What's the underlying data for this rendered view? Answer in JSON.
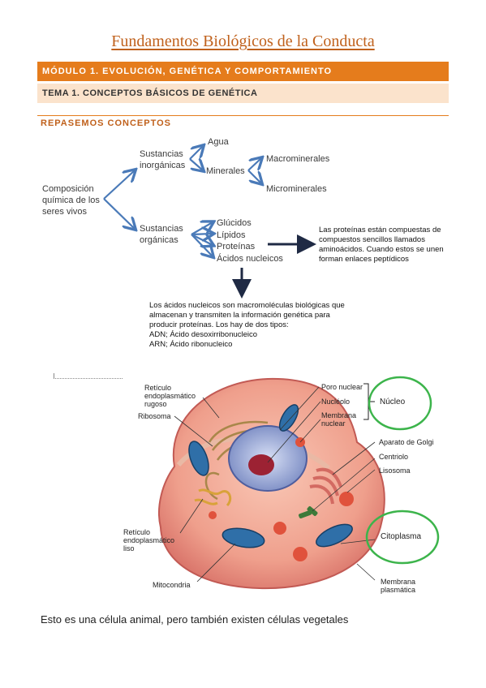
{
  "document": {
    "title": "Fundamentos Biológicos de la Conducta",
    "module": "MÓDULO 1. EVOLUCIÓN, GENÉTICA Y COMPORTAMIENTO",
    "topic": "TEMA 1. CONCEPTOS BÁSICOS DE GENÉTICA",
    "section": "REPASEMOS CONCEPTOS"
  },
  "diagram": {
    "root": "Composición\nquímica de los\nseres vivos",
    "inorganic": "Sustancias\ninorgánicas",
    "water": "Agua",
    "minerals": "Minerales",
    "macrominerals": "Macrominerales",
    "microminerals": "Microminerales",
    "organic": "Sustancias\norgánicas",
    "glucids": "Glúcidos",
    "lipids": "Lípidos",
    "proteins": "Proteínas",
    "nucleic_acids": "Ácidos nucleicos",
    "protein_note": "Las proteínas están compuestas de\ncompuestos sencillos llamados\naminoácidos. Cuando estos se unen\nforman enlaces peptídicos",
    "nucleic_note": "Los ácidos nucleicos son macromoléculas biológicas que\nalmacenan y transmiten la información genética para\nproducir proteínas. Los hay de dos tipos:\n       ADN; Ácido desoxirribonucleico\n       ARN; Ácido ribonucleico"
  },
  "cell_labels": {
    "rer": "Retículo\nendoplasmático\nrugoso",
    "ribosome": "Ribosoma",
    "ser": "Retículo\nendoplasmático\nliso",
    "mitochondria": "Mitocondria",
    "nuclear_pore": "Poro nuclear",
    "nucleolus": "Nucléolo",
    "nuclear_membrane": "Membrana\nnuclear",
    "nucleus": "Núcleo",
    "golgi": "Aparato de Golgi",
    "centriole": "Centriolo",
    "lysosome": "Lisosoma",
    "cytoplasm": "Citoplasma",
    "plasma_membrane": "Membrana\nplasmática"
  },
  "caption": "Esto es una célula animal, pero también existen células vegetales",
  "colors": {
    "accent": "#e57c1c",
    "accent_light": "#fbe3cc",
    "arrow_blue": "#4a7ab8",
    "arrow_dark": "#1f2a44",
    "highlight_green": "#3cb44b"
  }
}
